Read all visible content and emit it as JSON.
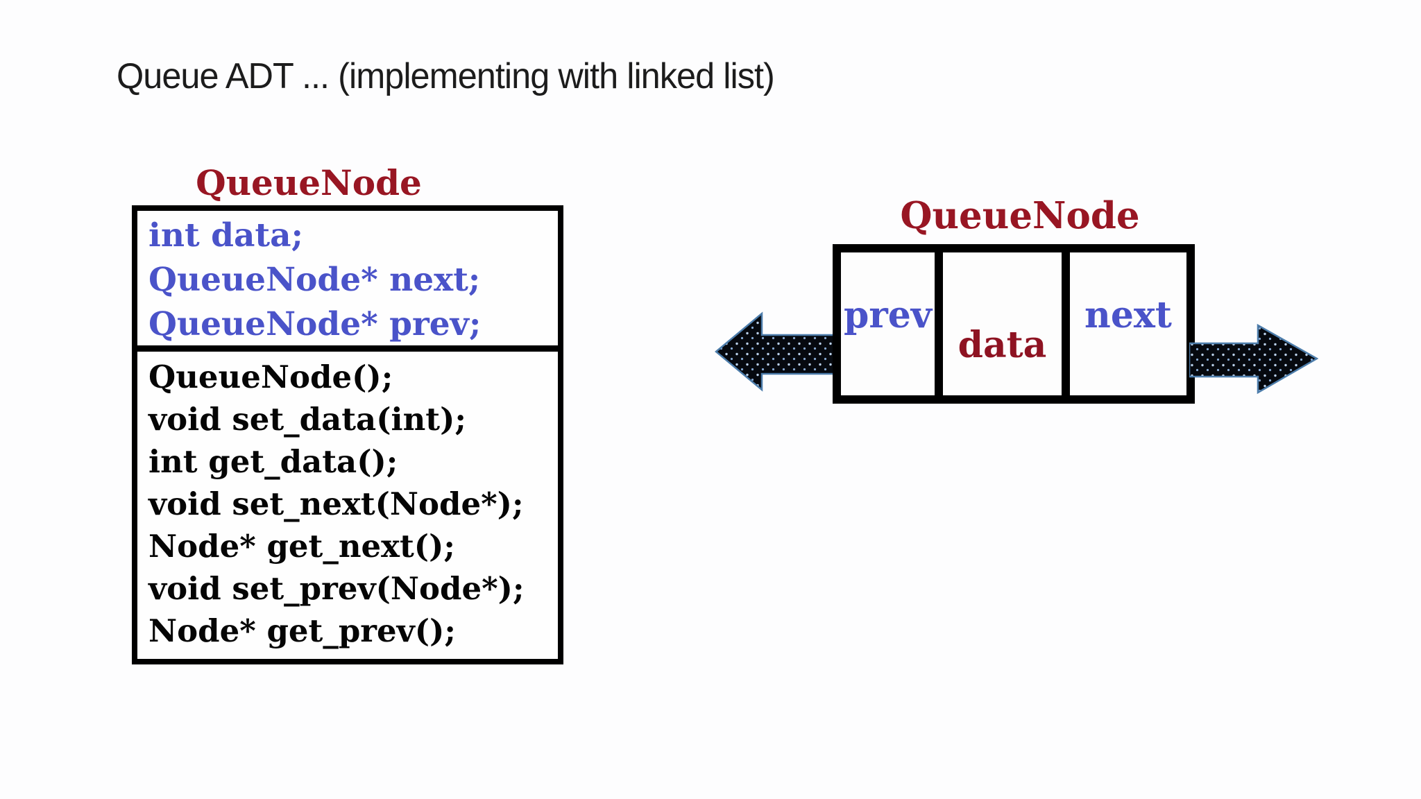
{
  "slide": {
    "title": "Queue ADT ... (implementing with linked list)"
  },
  "class_diagram": {
    "title": "QueueNode",
    "attributes": [
      "int data;",
      "QueueNode* next;",
      "QueueNode* prev;"
    ],
    "methods": [
      "QueueNode();",
      "void set_data(int);",
      "int get_data();",
      "void set_next(Node*);",
      "Node* get_next();",
      "void set_prev(Node*);",
      "Node* get_prev();"
    ]
  },
  "node_diagram": {
    "title": "QueueNode",
    "cells": [
      {
        "label": "prev"
      },
      {
        "label": "data"
      },
      {
        "label": "next"
      }
    ],
    "icons": {
      "left_arrow": "thick-left-arrow",
      "right_arrow": "thick-right-arrow"
    }
  },
  "colors": {
    "title_text": "#1c1c1c",
    "maroon": "#981623",
    "attribute_blue": "#4a53c9",
    "method_black": "#050505",
    "box_border": "#000000",
    "arrow_fill": "#06090f",
    "arrow_outline": "#4d7dab",
    "arrow_dots": "#b9cfe8",
    "background": "#fdfdfe"
  }
}
